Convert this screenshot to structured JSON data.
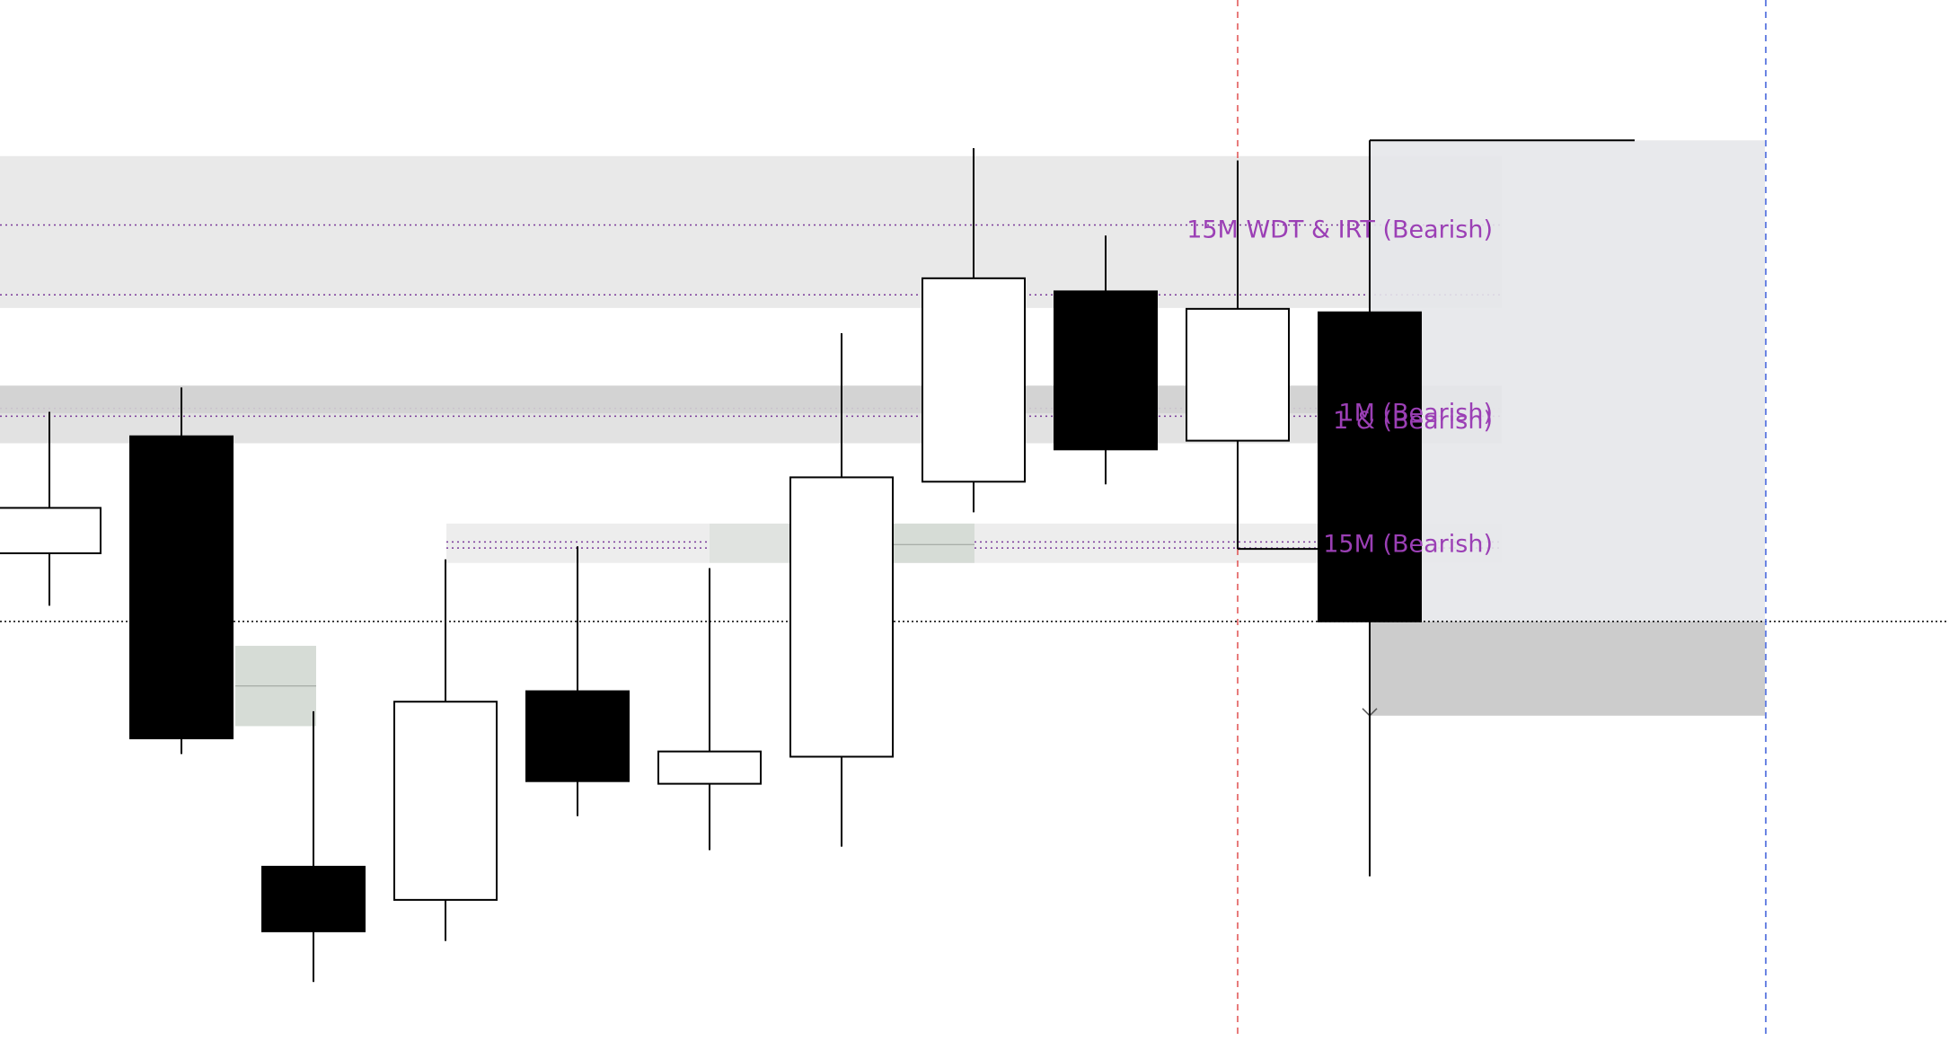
{
  "chart_data": {
    "type": "candlestick",
    "ylim": [
      0,
      100
    ],
    "price_level": 42.2,
    "candles": [
      {
        "open": 55.2,
        "close": 50.0,
        "high": 66.2,
        "low": 44.0,
        "color": "white"
      },
      {
        "open": 63.4,
        "close": 28.8,
        "high": 69.0,
        "low": 27.0,
        "color": "black"
      },
      {
        "open": 14.1,
        "close": 6.7,
        "high": 31.9,
        "low": 0.9,
        "color": "black"
      },
      {
        "open": 10.3,
        "close": 33.0,
        "high": 49.3,
        "low": 5.6,
        "color": "white"
      },
      {
        "open": 34.2,
        "close": 23.9,
        "high": 50.8,
        "low": 19.9,
        "color": "black"
      },
      {
        "open": 23.6,
        "close": 27.3,
        "high": 48.3,
        "low": 16.0,
        "color": "white"
      },
      {
        "open": 26.7,
        "close": 58.7,
        "high": 75.2,
        "low": 16.4,
        "color": "white"
      },
      {
        "open": 58.2,
        "close": 81.5,
        "high": 96.4,
        "low": 54.7,
        "color": "white"
      },
      {
        "open": 80.0,
        "close": 61.9,
        "high": 86.4,
        "low": 57.9,
        "color": "black"
      },
      {
        "open": 62.9,
        "close": 78.0,
        "high": 95.0,
        "low": 55.5,
        "color": "white"
      },
      {
        "open": 77.6,
        "close": 42.2,
        "high": 92.4,
        "low": 13.0,
        "color": "black"
      }
    ],
    "zones": [
      {
        "label": "15M WDT & IRT (Bearish)",
        "top": 95.5,
        "bottom": 78.1,
        "mid": 87.6,
        "mid2": 79.6,
        "color": "#e8e8e8"
      },
      {
        "label": "1M (Bearish)",
        "top": 69.2,
        "bottom": 62.6,
        "mid": 66.6,
        "mid2": 65.7,
        "color": "#e0e0e0"
      },
      {
        "label": "15M (Bearish)",
        "top": 53.4,
        "bottom": 48.9,
        "mid": 51.3,
        "mid2": 50.6,
        "color": "#ececec"
      }
    ],
    "annotations": [
      "15M WDT & IRT (Bearish)",
      "1M (Bearish)",
      "1 & (Bearish)",
      "15M (Bearish)"
    ]
  },
  "colors": {
    "label": "#9b3fb5",
    "dotted_line": "#7a3b99",
    "zone_gray": "#e6e6e6",
    "zone_green": "#d6dcd6",
    "session_red": "#e05050",
    "session_blue": "#3a5bd9",
    "projection_fill": "#e6e7ea",
    "projection_lower": "#cccccc"
  }
}
